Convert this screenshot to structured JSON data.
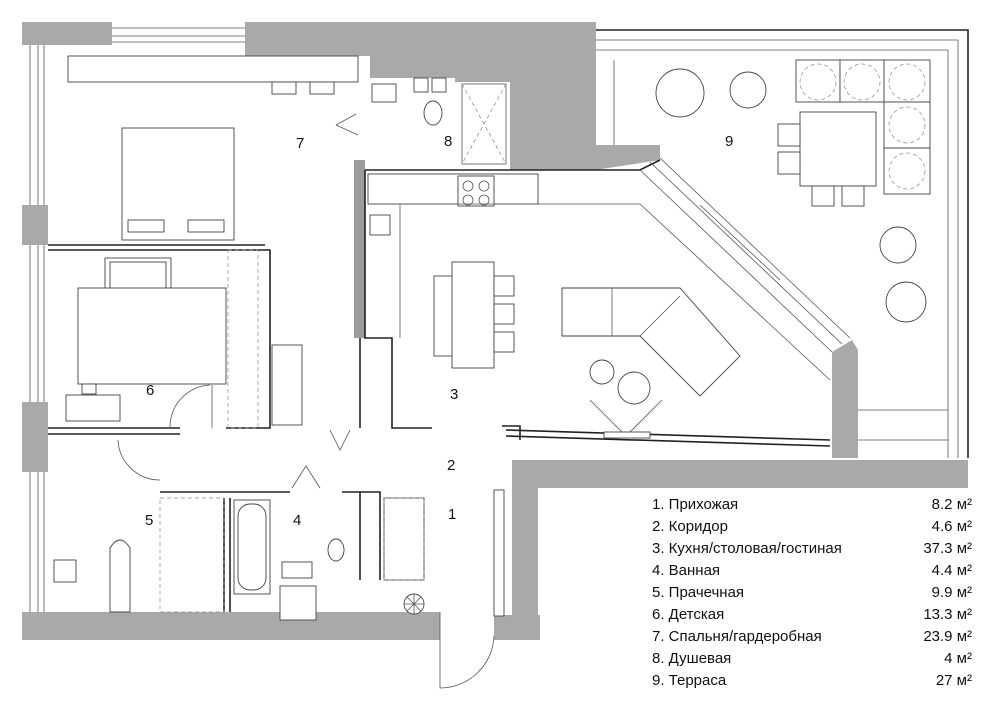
{
  "rooms": [
    {
      "num": "1",
      "name": "Прихожая",
      "area": "8.2 м²"
    },
    {
      "num": "2",
      "name": "Коридор",
      "area": "4.6 м²"
    },
    {
      "num": "3",
      "name": "Кухня/столовая/гостиная",
      "area": "37.3 м²"
    },
    {
      "num": "4",
      "name": "Ванная",
      "area": "4.4 м²"
    },
    {
      "num": "5",
      "name": "Прачечная",
      "area": "9.9 м²"
    },
    {
      "num": "6",
      "name": "Детская",
      "area": "13.3 м²"
    },
    {
      "num": "7",
      "name": "Спальня/гардеробная",
      "area": "23.9 м²"
    },
    {
      "num": "8",
      "name": "Душевая",
      "area": "4 м²"
    },
    {
      "num": "9",
      "name": "Терраса",
      "area": "27 м²"
    }
  ],
  "legend_rows": [
    {
      "label": "1. Прихожая",
      "area": "8.2 м²"
    },
    {
      "label": "2. Коридор",
      "area": "4.6 м²"
    },
    {
      "label": "3. Кухня/столовая/гостиная",
      "area": "37.3 м²"
    },
    {
      "label": "4. Ванная",
      "area": "4.4 м²"
    },
    {
      "label": "5. Прачечная",
      "area": "9.9 м²"
    },
    {
      "label": "6. Детская",
      "area": "13.3 м²"
    },
    {
      "label": "7. Спальня/гардеробная",
      "area": "23.9 м²"
    },
    {
      "label": "8. Душевая",
      "area": "4 м²"
    },
    {
      "label": "9. Терраса",
      "area": "27 м²"
    }
  ],
  "colors": {
    "wall": "#a9a9a9",
    "line": "#222222",
    "background": "#ffffff"
  }
}
